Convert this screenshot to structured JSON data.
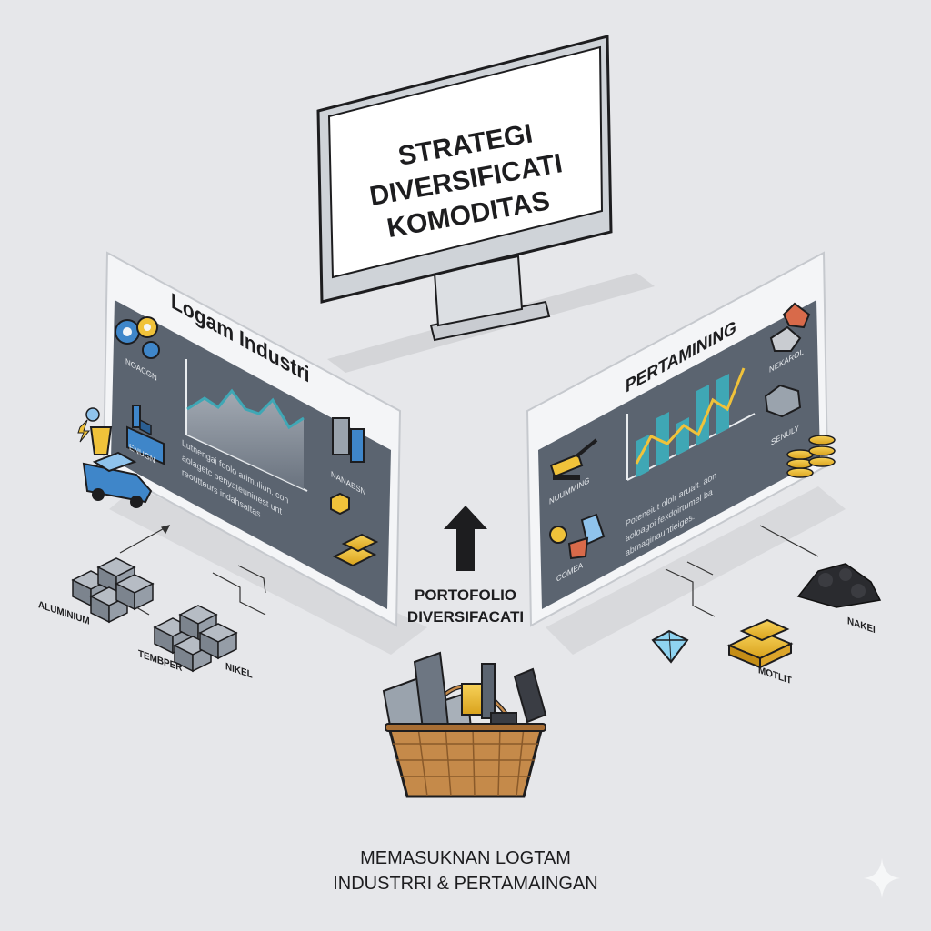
{
  "monitor": {
    "title_lines": [
      "STRATEGI",
      "DIVERSIFICATI",
      "KOMODITAS"
    ]
  },
  "left_panel": {
    "title": "Logam Industri",
    "icon_labels": [
      "NOACGN",
      "ENUGN",
      "NANABSN"
    ],
    "body_text": [
      "Lutnengai foolo arimulion. con",
      "aolagetc penyateuninest unt",
      "reoutteurs indahsaitas"
    ]
  },
  "right_panel": {
    "title": "PERTAMINING",
    "icon_labels": [
      "NEKAROL",
      "SENULY",
      "NUUMMING",
      "COMEA"
    ],
    "body_text": [
      "Poteneiut oloir arualt. aon",
      "aoloagoi fexdoirtumel ba",
      "abmaginauntieiges."
    ]
  },
  "left_items": {
    "labels": [
      "ALUMINIUM",
      "TEMBPER",
      "NIKEL"
    ]
  },
  "right_items": {
    "labels": [
      "MOTLIT",
      "NAKEI"
    ]
  },
  "center": {
    "portfolio_lines": [
      "PORTOFOLIO",
      "DIVERSIFACATI"
    ],
    "caption_lines": [
      "MEMASUKNAN LOGTAM",
      "INDUSTRRI & PERTAMAINGAN"
    ]
  },
  "colors": {
    "background": "#e6e7ea",
    "panel_dark": "#5b6470",
    "accent_teal": "#3fa7b5",
    "accent_gold": "#f0c23a",
    "outline": "#1d1d1f"
  }
}
